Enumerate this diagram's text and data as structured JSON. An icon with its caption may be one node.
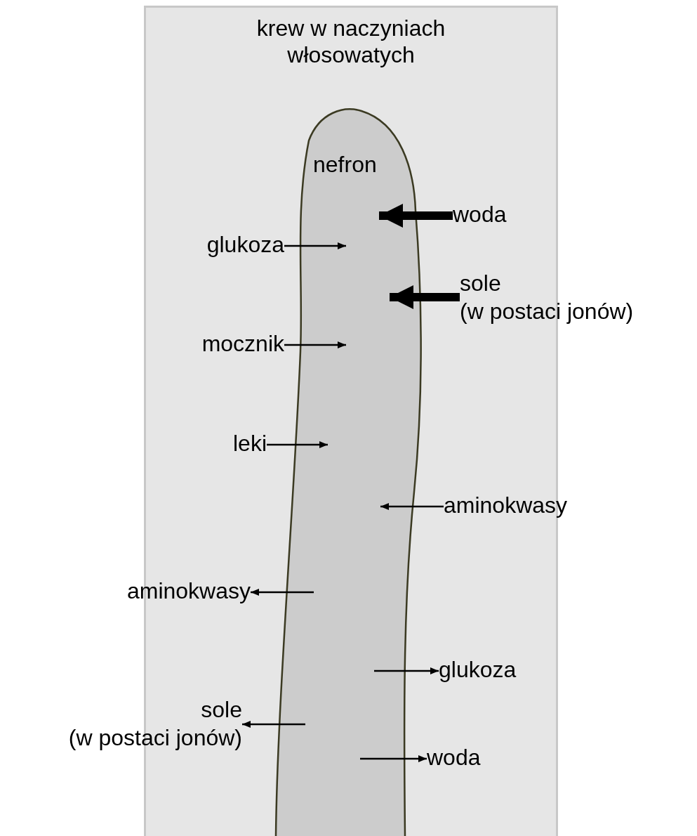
{
  "diagram": {
    "nodes": [
      {
        "text": [
          "krew w naczyniach włosowatych"
        ]
      },
      {
        "text": [
          "nefron"
        ],
        "in": 0
      },
      {
        "text": [
          "woda"
        ],
        "in": 0
      },
      {
        "text": [
          "glukoza"
        ],
        "in": 0
      },
      {
        "text": [
          "sole (w postaci jonów)"
        ]
      },
      {
        "text": [
          "mocznik"
        ],
        "in": 0
      },
      {
        "text": [
          "leki"
        ],
        "in": 0
      },
      {
        "text": [
          "aminokwasy"
        ]
      },
      {
        "text": [
          "aminokwasy"
        ]
      },
      {
        "text": [
          "glukoza"
        ],
        "in": 0
      },
      {
        "text": [
          "sole (w postaci jonów)"
        ]
      },
      {
        "text": [
          "woda"
        ],
        "in": 0
      }
    ],
    "edges": [
      {
        "from": 2,
        "to": 1,
        "arrow": "to",
        "style": "thick"
      },
      {
        "from": 3,
        "to": 1,
        "arrow": "to"
      },
      {
        "from": 4,
        "to": 1,
        "arrow": "to",
        "style": "thick"
      },
      {
        "from": 5,
        "to": 1,
        "arrow": "to"
      },
      {
        "from": 6,
        "to": 1,
        "arrow": "to"
      },
      {
        "from": 7,
        "to": 1,
        "arrow": "to"
      },
      {
        "from": 1,
        "to": 8,
        "arrow": "to"
      },
      {
        "from": 1,
        "to": 9,
        "arrow": "to"
      },
      {
        "from": 1,
        "to": 10,
        "arrow": "to"
      },
      {
        "from": 1,
        "to": 11,
        "arrow": "to"
      }
    ]
  }
}
